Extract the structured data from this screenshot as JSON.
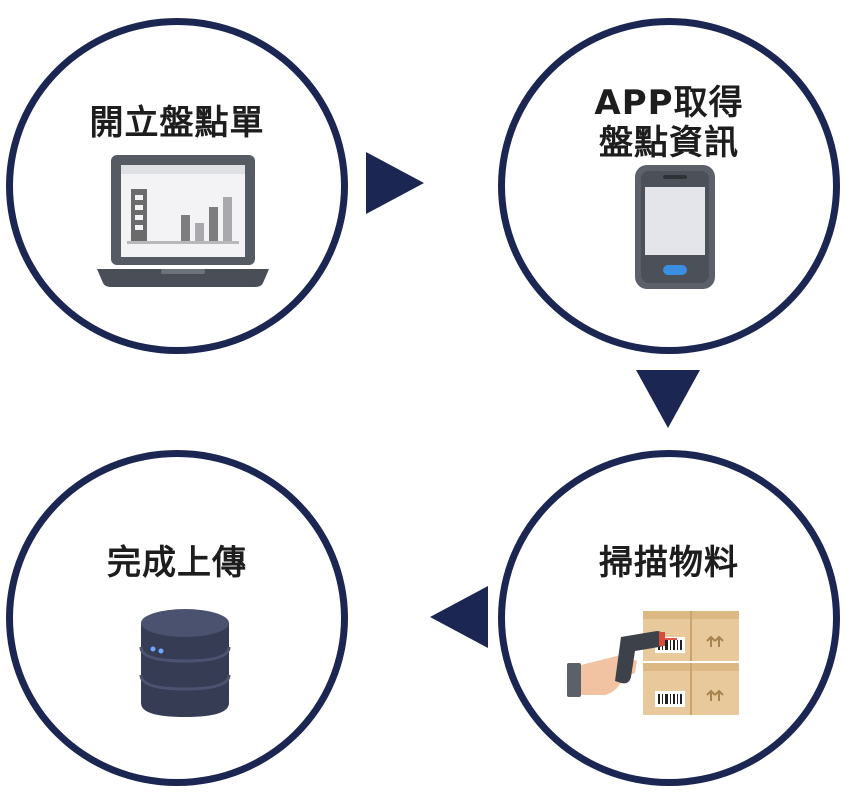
{
  "steps": [
    {
      "label": "開立盤點單",
      "icon": "laptop-report-icon"
    },
    {
      "label_line1": "APP取得",
      "label_line2": "盤點資訊",
      "icon": "mobile-device-icon"
    },
    {
      "label": "掃描物料",
      "icon": "barcode-scanner-boxes-icon"
    },
    {
      "label": "完成上傳",
      "icon": "database-icon"
    }
  ],
  "colors": {
    "ring": "#1b2652",
    "arrow": "#1b2652",
    "label_text": "#1d1d1d"
  }
}
